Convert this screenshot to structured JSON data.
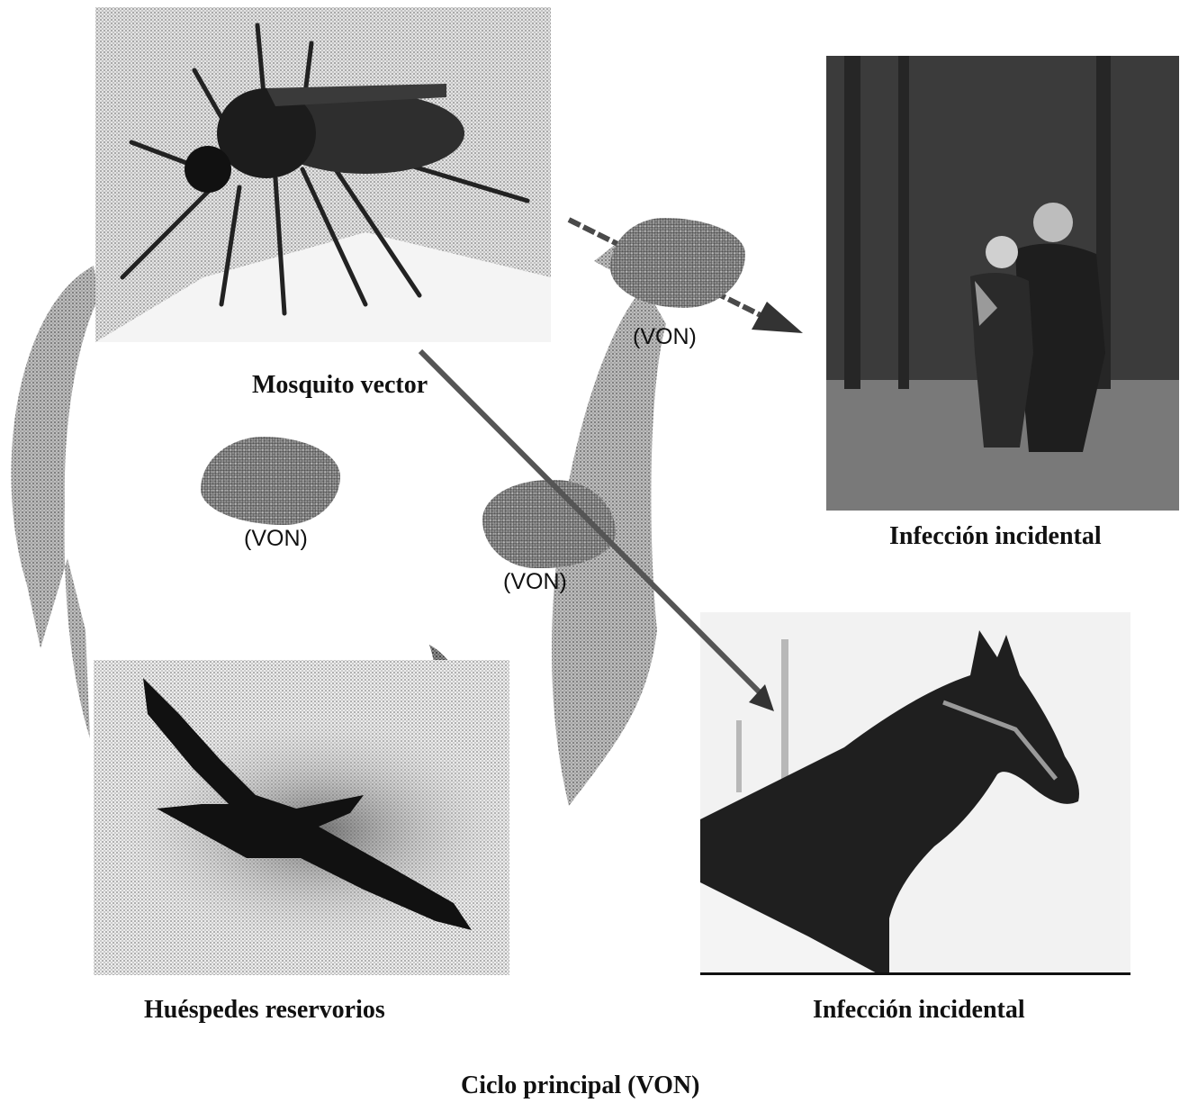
{
  "labels": {
    "mosquito": "Mosquito vector",
    "humans": "Infección incidental",
    "horse": "Infección incidental",
    "birds": "Huéspedes reservorios",
    "cycle": "Ciclo principal (VON)"
  },
  "virus_labels": {
    "top_right": "(VON)",
    "left": "(VON)",
    "center": "(VON)"
  },
  "icons": {
    "mosquito": "mosquito-photo",
    "humans": "people-walking-photo",
    "bird": "bird-in-flight-photo",
    "horse": "horse-head-photo"
  }
}
